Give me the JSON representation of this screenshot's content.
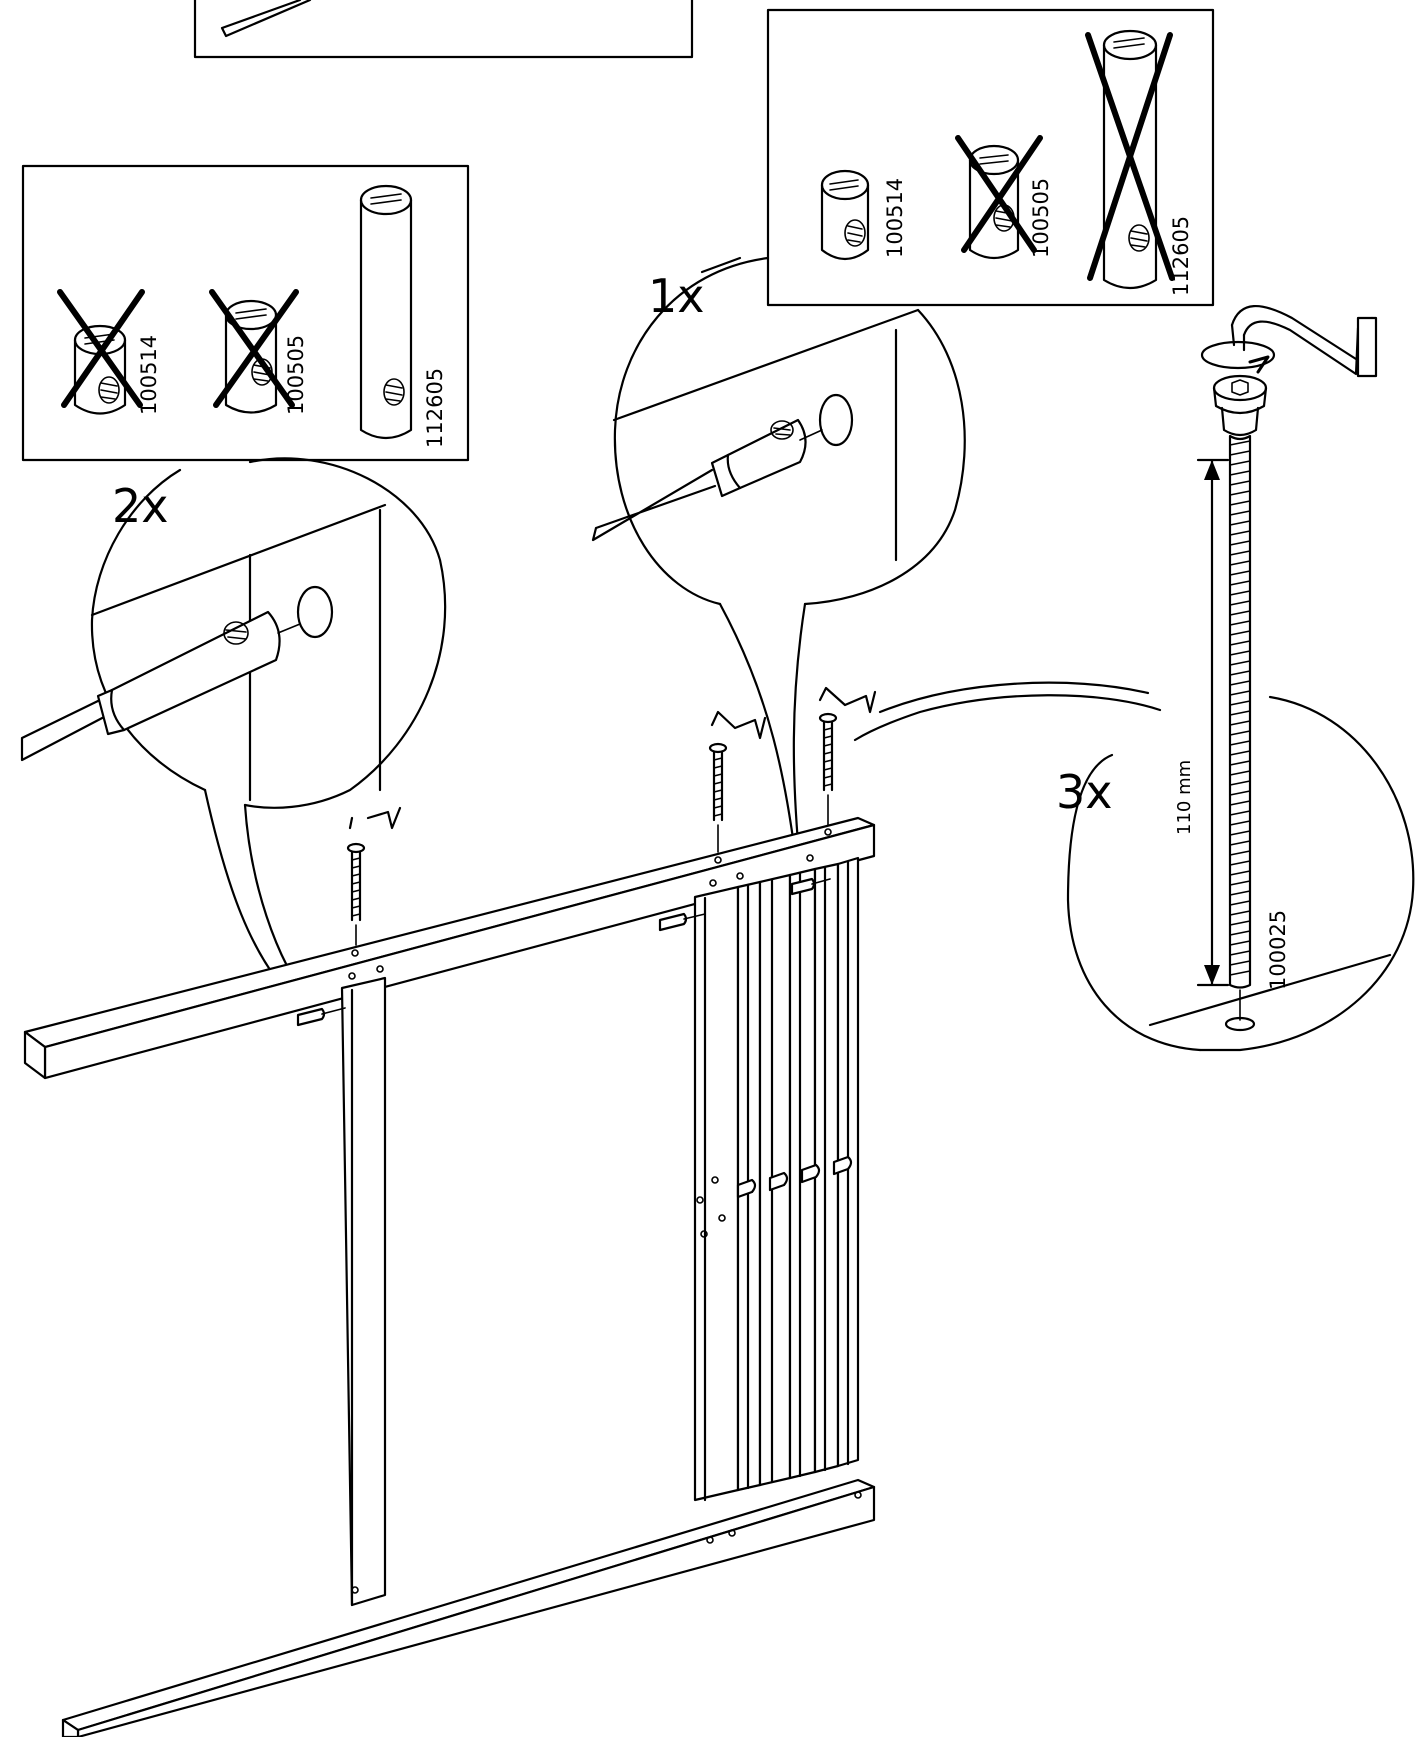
{
  "panel_right": {
    "items": [
      {
        "code": "100514",
        "crossed": false
      },
      {
        "code": "100505",
        "crossed": true
      },
      {
        "code": "112605",
        "crossed": true
      }
    ],
    "quantity": "1x"
  },
  "panel_left": {
    "items": [
      {
        "code": "100514",
        "crossed": true
      },
      {
        "code": "100505",
        "crossed": true
      },
      {
        "code": "112605",
        "crossed": false
      }
    ],
    "quantity": "2x"
  },
  "bolt_detail": {
    "quantity": "3x",
    "length_label": "110 mm",
    "code": "100025"
  }
}
